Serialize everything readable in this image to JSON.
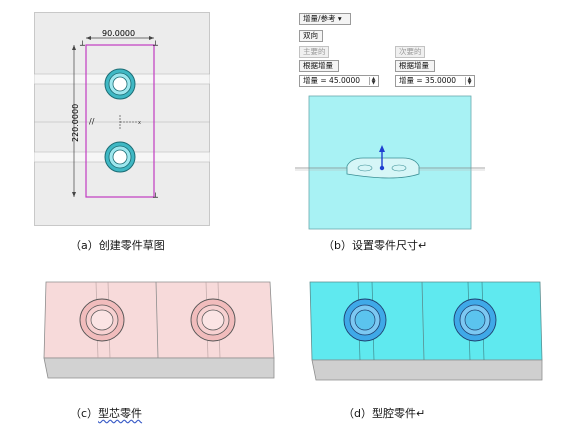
{
  "panel_a": {
    "width_dimension": "90.0000",
    "height_dimension": "220.0000",
    "caption": "（a）创建零件草图"
  },
  "panel_b": {
    "dropdown_label": "增量/参考 ▾",
    "direction_button": "双向",
    "primary_label": "主要的",
    "secondary_label": "次要的",
    "primary_mode": "根据增量",
    "secondary_mode": "根据增量",
    "primary_increment": "增量 = 45.0000",
    "secondary_increment": "增量 = 35.0000",
    "caption": "（b）设置零件尺寸↵"
  },
  "panel_c": {
    "caption_prefix": "（c）",
    "caption_text": "型芯零件"
  },
  "panel_d": {
    "caption": "（d）型腔零件↵"
  },
  "colors": {
    "sketch_magenta": "#c23bc2",
    "core_pink": "#f7dada",
    "cavity_cyan": "#5fe9ef",
    "preview_cyan": "#a8f2f4",
    "ring_teal": "#3fb8c4"
  }
}
